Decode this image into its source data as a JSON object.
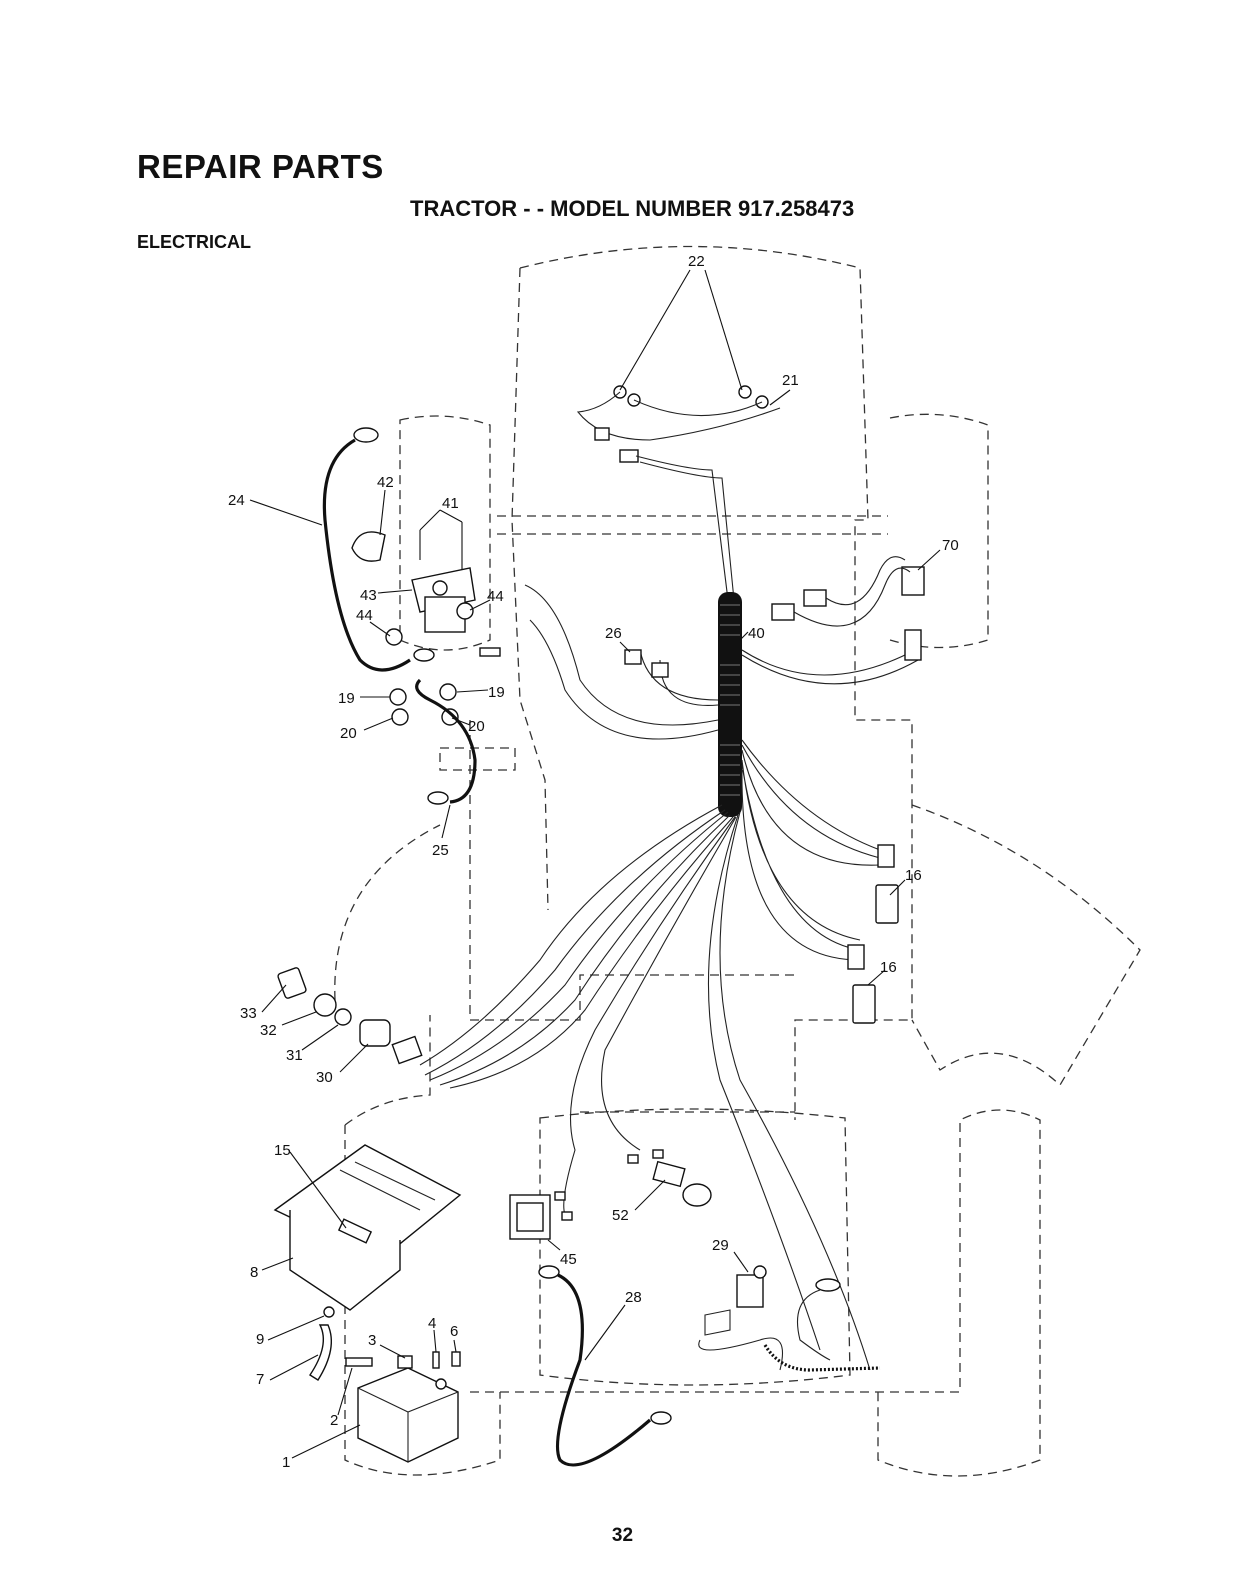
{
  "header": {
    "title": "REPAIR PARTS",
    "subtitle": "TRACTOR - - MODEL NUMBER 917.258473",
    "section": "ELECTRICAL"
  },
  "footer": {
    "page_number": "32"
  },
  "callouts": {
    "c1": "1",
    "c2": "2",
    "c3": "3",
    "c4": "4",
    "c6": "6",
    "c7": "7",
    "c8": "8",
    "c9": "9",
    "c15": "15",
    "c16a": "16",
    "c16b": "16",
    "c19a": "19",
    "c19b": "19",
    "c20a": "20",
    "c20b": "20",
    "c21": "21",
    "c22": "22",
    "c24": "24",
    "c25": "25",
    "c26": "26",
    "c28": "28",
    "c29": "29",
    "c30": "30",
    "c31": "31",
    "c32": "32",
    "c33": "33",
    "c40": "40",
    "c41": "41",
    "c42": "42",
    "c43": "43",
    "c44a": "44",
    "c44b": "44",
    "c45": "45",
    "c52": "52",
    "c70": "70"
  }
}
